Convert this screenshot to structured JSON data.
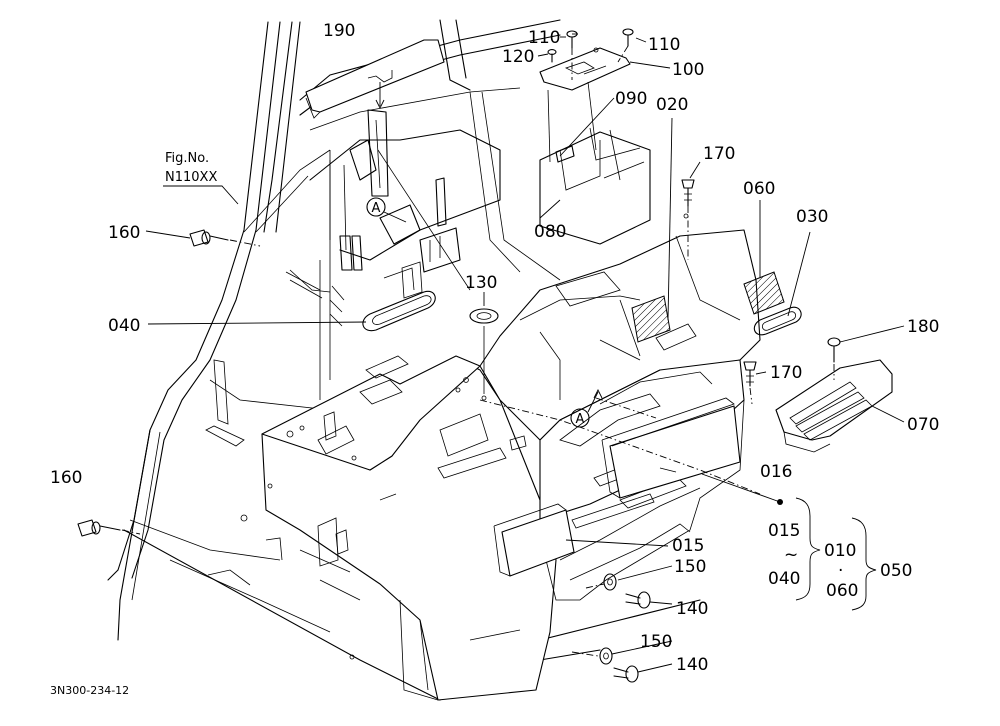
{
  "figure": {
    "fig_no_caption": "Fig.No.",
    "fig_no_value": "N110XX",
    "drawing_ref": "3N300-234-12",
    "detail_marker": "A"
  },
  "parts": {
    "p190": "190",
    "p110a": "110",
    "p110b": "110",
    "p120": "120",
    "p100": "100",
    "p090": "090",
    "p020": "020",
    "p170a": "170",
    "p170b": "170",
    "p060": "060",
    "p030": "030",
    "p160a": "160",
    "p160b": "160",
    "p080": "080",
    "p130": "130",
    "p040": "040",
    "p180": "180",
    "p070": "070",
    "p016": "016",
    "p015": "015",
    "p150a": "150",
    "p150b": "150",
    "p140a": "140",
    "p140b": "140"
  },
  "assembly": {
    "range_start": "015",
    "range_tilde": "~",
    "range_end": "040",
    "group_a": "010",
    "group_dot": "·",
    "group_b": "060",
    "total": "050"
  }
}
